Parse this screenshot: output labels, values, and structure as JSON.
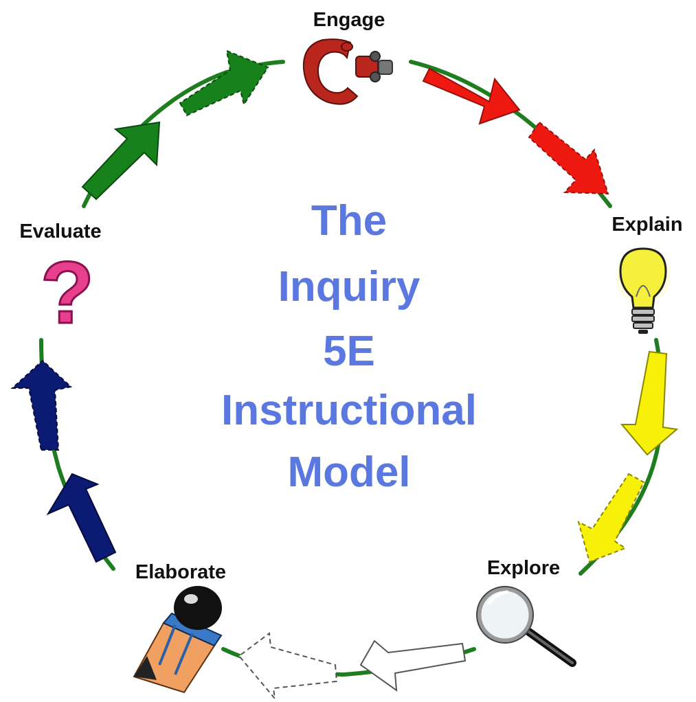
{
  "diagram": {
    "title_lines": [
      "The",
      "Inquiry",
      "5E",
      "Instructional",
      "Model"
    ],
    "title_color": "#5a78e0",
    "cycle_line_color": "#1e7d1e",
    "phases": [
      {
        "id": "engage",
        "label": "Engage",
        "icon": "crane-hook-icon"
      },
      {
        "id": "explain",
        "label": "Explain",
        "icon": "light-bulb-icon"
      },
      {
        "id": "explore",
        "label": "Explore",
        "icon": "magnifying-glass-icon"
      },
      {
        "id": "elaborate",
        "label": "Elaborate",
        "icon": "pencil-with-ball-icon"
      },
      {
        "id": "evaluate",
        "label": "Evaluate",
        "icon": "question-mark-icon"
      }
    ],
    "arrow_colors": {
      "engage_to_explain": "#ee1a12",
      "explain_to_explore": "#f7f10a",
      "explore_to_elaborate": "#ffffff",
      "elaborate_to_evaluate": "#0b1a73",
      "evaluate_to_engage": "#17821c"
    }
  }
}
